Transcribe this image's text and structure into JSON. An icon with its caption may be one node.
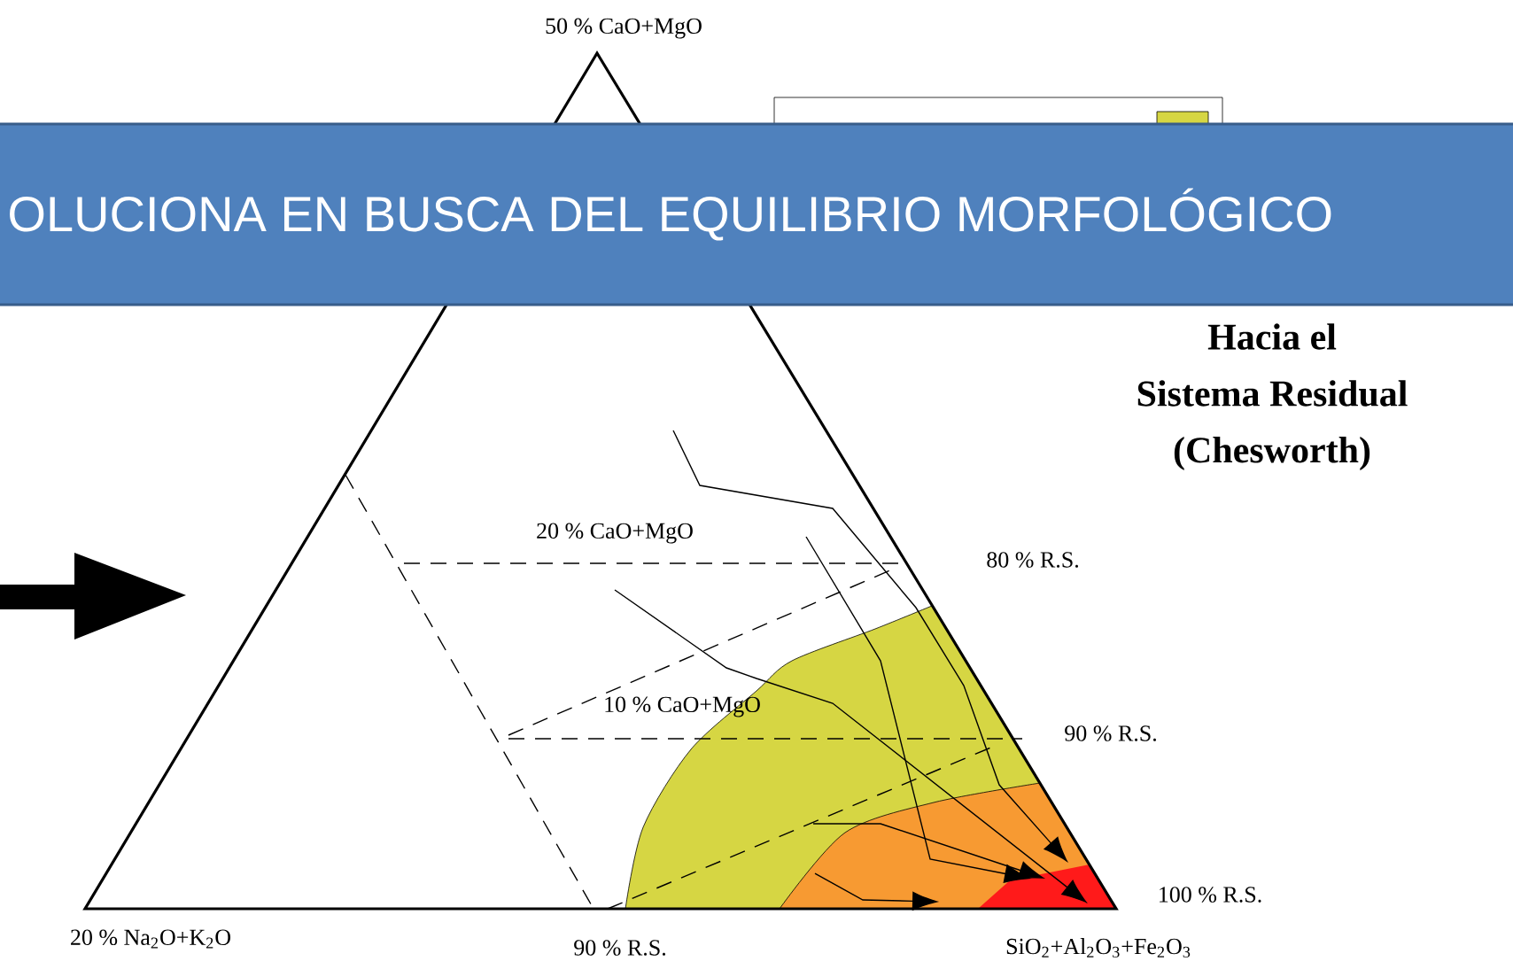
{
  "diagram": {
    "title": "OLUCIONA EN BUSCA DEL EQUILIBRIO MORFOLÓGICO",
    "labels": [
      "50 % CaO+MgO",
      "Hacia el",
      "Sistema Residual",
      "(Chesworth)",
      "20 % CaO+MgO",
      "80 % R.S.",
      "10 % CaO+MgO",
      "90 % R.S.",
      "100 % R.S.",
      "20 % Na$_{2}$O+K$_{2}$O",
      "90 % R.S.",
      "SiO$_{2}$+Al$_{2}$O$_{3}$+Fe$_{2}$O$_{3}$"
    ]
  }
}
